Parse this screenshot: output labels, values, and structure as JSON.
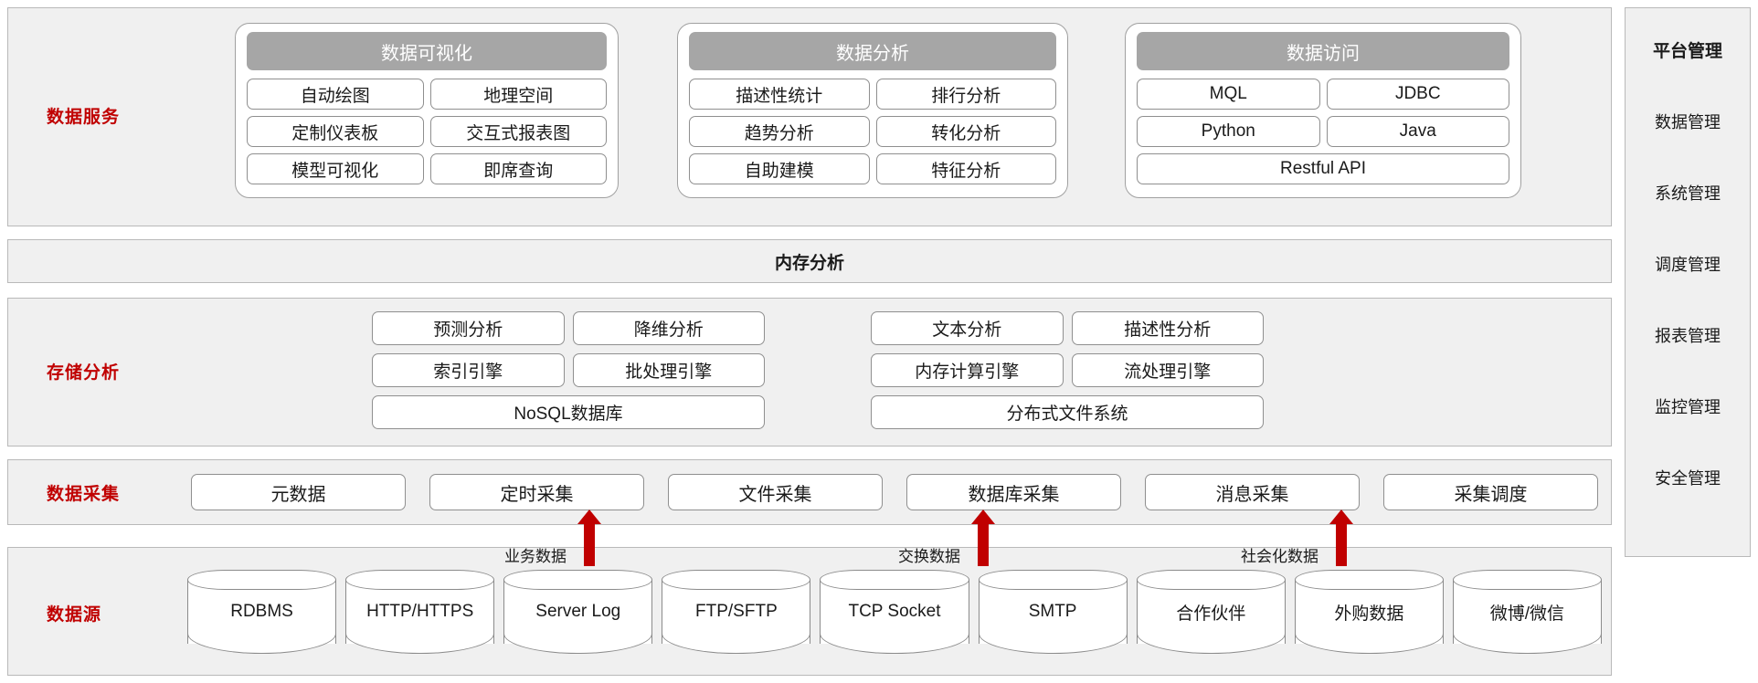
{
  "rows": {
    "service_label": "数据服务",
    "memory_label": "内存分析",
    "storage_label": "存储分析",
    "collect_label": "数据采集",
    "source_label": "数据源"
  },
  "service_cards": [
    {
      "title": "数据可视化",
      "items": [
        "自动绘图",
        "地理空间",
        "定制仪表板",
        "交互式报表图",
        "模型可视化",
        "即席查询"
      ]
    },
    {
      "title": "数据分析",
      "items": [
        "描述性统计",
        "排行分析",
        "趋势分析",
        "转化分析",
        "自助建模",
        "特征分析"
      ]
    },
    {
      "title": "数据访问",
      "items": [
        "MQL",
        "JDBC",
        "Python",
        "Java"
      ],
      "full_items": [
        "Restful API"
      ]
    }
  ],
  "storage": {
    "left_cluster": {
      "row1": [
        "预测分析",
        "降维分析"
      ],
      "row2": [
        "索引引擎",
        "批处理引擎"
      ],
      "row3": [
        "NoSQL数据库"
      ]
    },
    "right_cluster": {
      "row1": [
        "文本分析",
        "描述性分析"
      ],
      "row2": [
        "内存计算引擎",
        "流处理引擎"
      ],
      "row3": [
        "分布式文件系统"
      ]
    }
  },
  "collection": {
    "items": [
      "元数据",
      "定时采集",
      "文件采集",
      "数据库采集",
      "消息采集",
      "采集调度"
    ]
  },
  "arrows": [
    {
      "label": "业务数据",
      "icon": "up-arrow-icon"
    },
    {
      "label": "交换数据",
      "icon": "up-arrow-icon"
    },
    {
      "label": "社会化数据",
      "icon": "up-arrow-icon"
    }
  ],
  "sources": {
    "items": [
      "RDBMS",
      "HTTP/HTTPS",
      "Server Log",
      "FTP/SFTP",
      "TCP Socket",
      "SMTP",
      "合作伙伴",
      "外购数据",
      "微博/微信"
    ]
  },
  "sidebar": {
    "title": "平台管理",
    "items": [
      "数据管理",
      "系统管理",
      "调度管理",
      "报表管理",
      "监控管理",
      "安全管理"
    ]
  },
  "colors": {
    "accent_red": "#c00000",
    "arrow_red": "#c00000",
    "card_header_gray": "#a6a6a6",
    "band_bg": "#f0f0f0",
    "border_gray": "#b9b9b9"
  }
}
